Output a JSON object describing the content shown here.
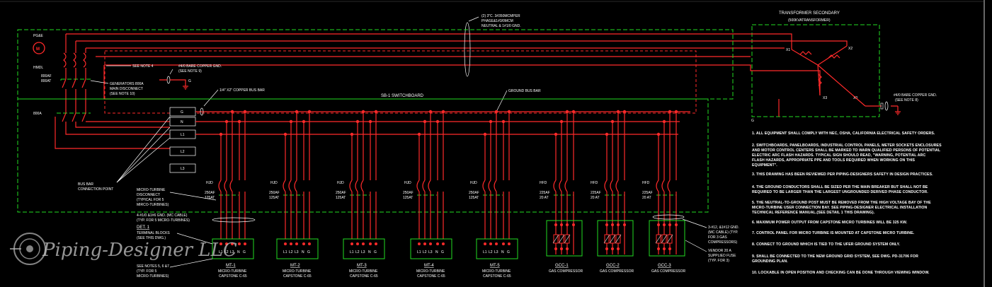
{
  "transformer": {
    "title": "TRANSFORMER SECONDARY",
    "subtitle": "(500KVATRANSFORMER)",
    "x1": "X1",
    "x2": "X2",
    "x3": "X3",
    "x0": "X0",
    "g": "G"
  },
  "cable_note": {
    "line1": "(2) 3\"C. 3#350MCMPER",
    "line2": "PHASE&1#3/0MCM",
    "line3": "NEUTRAL & 1#1/0 GND."
  },
  "pge": {
    "label": "PG&E",
    "meter": "M",
    "hmdl": "HMDL",
    "af1": "800AF",
    "at1": "800AT",
    "amp": "800A"
  },
  "labels": {
    "see_note4": "SEE NOTE 4",
    "bare_copper_l1": "#4/0 BARE COPPER GND.",
    "bare_copper_l2": "(SEE NOTE 9)",
    "g": "G",
    "gen_l1": "GENERATORS 800A",
    "gen_l2": "MAIN DISCONNECT",
    "gen_l3": "(SEE NOTE 10)",
    "copper_bus": "1/4\" X2\" COPPER BUS BAR",
    "ground_bus": "GROUND BUS BAR",
    "switchboard": "SB-1 SWITCHBOARD",
    "bare_copper_r_l1": "#4/0 BARE COPPER GND.",
    "bare_copper_r_l2": "(SEE NOTE 8)",
    "busbar_l1": "BUS BAR",
    "busbar_l2": "CONNECTION POINT",
    "micro_l1": "MICRO-TURBINE",
    "micro_l2": "DISCONNECT",
    "micro_l3": "(TYPICAL FOR 5",
    "micro_l4": "MIRCO-TURBINES)",
    "cable5_l1": "4-#1/0 &1#6 GND. (MC CABLE)",
    "cable5_l2": "(TYP. FOR 5 MICRO-TURBINES)",
    "det_title": "DET. 1",
    "det_l1": "TERMINAL BLOCKS",
    "det_l2": "(SEE THIS DWG.)",
    "seenotes_l1": "SEE NOTES 5, 6 &7",
    "seenotes_l2": "(TYP. FOR 5",
    "seenotes_l3": "MICRO-TURBINES)",
    "gas_cable_l1": "3-#12, &1#12 GND.",
    "gas_cable_l2": "(MC CABLE) (TYP.",
    "gas_cable_l3": "FOR 3 GAS",
    "gas_cable_l4": "COMPRESSORS)",
    "vendor_l1": "VENDOR 20 A",
    "vendor_l2": "SUPPLIED FUSE",
    "vendor_l3": "(TYP. FOR 3)"
  },
  "buses": [
    "G",
    "N",
    "L1",
    "L2",
    "L3"
  ],
  "turbine_feeders": [
    {
      "tag": "HJD",
      "af": "250AF",
      "at": "125AT",
      "name": "MT-1",
      "desc1": "MICRO-TURBINE",
      "desc2": "CAPSTONE C-65"
    },
    {
      "tag": "HJD",
      "af": "250AF",
      "at": "125AT",
      "name": "MT-2",
      "desc1": "MICRO-TURBINE",
      "desc2": "CAPSTONE C-65"
    },
    {
      "tag": "HJD",
      "af": "250AF",
      "at": "125AT",
      "name": "MT-3",
      "desc1": "MICRO-TURBINE",
      "desc2": "CAPSTONE C-65"
    },
    {
      "tag": "HJD",
      "af": "250AF",
      "at": "125AT",
      "name": "MT-4",
      "desc1": "MICRO-TURBINE",
      "desc2": "CAPSTONE C-65"
    },
    {
      "tag": "HJD",
      "af": "250AF",
      "at": "125AT",
      "name": "MT-5",
      "desc1": "MICRO-TURBINE",
      "desc2": "CAPSTONE C-65"
    }
  ],
  "terminals": [
    "L1",
    "L2",
    "L3",
    "N",
    "G"
  ],
  "compressor_feeders": [
    {
      "tag": "HFD",
      "af": "225AF",
      "at": "20 AT",
      "name": "GCC-1",
      "desc": "GAS COMPRESSOR"
    },
    {
      "tag": "HFD",
      "af": "225AF",
      "at": "20 AT",
      "name": "GCC-2",
      "desc": "GAS COMPRESSOR"
    },
    {
      "tag": "HFD",
      "af": "225AF",
      "at": "20 AT",
      "name": "GCC-3",
      "desc": "GAS COMPRESSOR"
    }
  ],
  "notes": [
    "1.  ALL EQUIPMENT SHALL COMPLY WITH NEC, OSHA, CALIFORNIA ELECTRICAL SAFETY ORDERS.",
    "2.  SWITCHBOARDS, PANELBOARDS, INDUSTRIAL CONTROL PANELS, METER SOCKETS ENCLOSURES",
    "    AND MOTOR CONTROL CENTERS SHALL BE MARKED TO WARN QUALIFIED PERSONS OF POTENTIAL",
    "    ELECTRIC ARC FLASH HAZARDS. TYPICAL SIGN SHOULD READ, \"WARNING, POTENTIAL ARC",
    "    FLASH HAZARDS, APPROPRIATE PPE AND TOOLS REQUIRED WHEN WORKING ON THIS",
    "    EQUIPMENT\".",
    "3.  THIS DRAWING HAS BEEN REVIEWED PER PIPING-DESIGNERS SAFETY IN DESIGN PRACTICES.",
    "4.  THE GROUND CONDUCTORS SHALL BE SIZED PER THE MAIN BREAKER BUT SHALL NOT BE",
    "    REQUIRED TO BE LARGER THAN THE LARGEST UNGROUNDED DERIVED PHASE CONDUCTOR.",
    "5.  THE NEUTRAL-TO-GROUND POST MUST BE REMOVED FROM THE HIGH VOLTAGE BAY OF THE",
    "    MICRO-TURBINE USER CONNECTION BAY. SEE PIPING-DESIGNER ELECTRICAL INSTALLATION",
    "    TECHNICAL REFERENCE MANUAL.(SEE DETAIL 1 THIS DRAWING).",
    "6.  MAXIMUM POWER OUTPUT FROM CAPSTONE MICRO TURBINES WILL BE 325 KW.",
    "7.  CONTROL PANEL FOR MICRO TURBINE IS MOUNTED AT CAPSTONE MICRO TURBINE.",
    "8.  CONNECT TO GROUND WHICH IS TIED TO THE UFER GROUND SYSTEM ONLY.",
    "9.  SHALL BE CONNECTED TO THE NEW GROUND GRID SYSTEM, SEE DWG. PD-31706 FOR",
    "    GROUNDING PLAN.",
    "10.  LOCKABLE IN OPEN POSITION AND CHECKING CAN BE DONE THROUGH VIEWING WINDOW."
  ],
  "logo": "Piping-Designer LLC"
}
